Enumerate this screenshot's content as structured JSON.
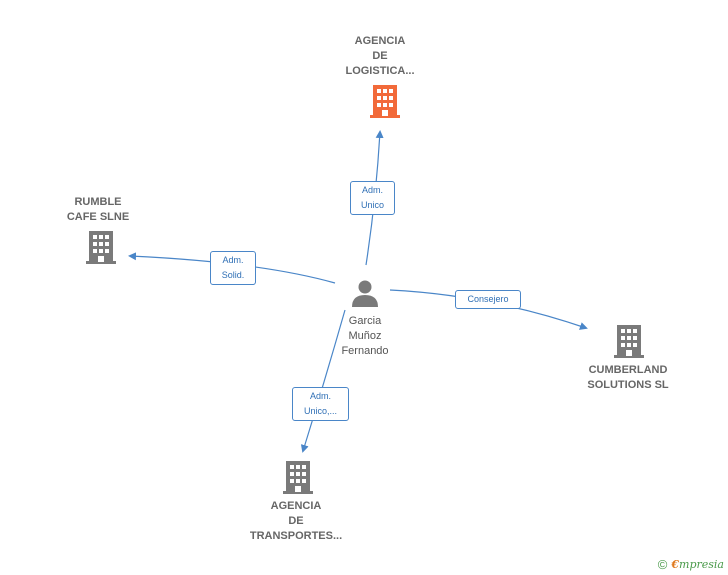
{
  "nodes": {
    "agencia_logistica": {
      "lines": [
        "AGENCIA",
        "DE",
        "LOGISTICA..."
      ],
      "color": "#f26a3a"
    },
    "rumble": {
      "lines": [
        "RUMBLE",
        "CAFE SLNE"
      ],
      "color": "#7a7a7a"
    },
    "cumberland": {
      "lines": [
        "CUMBERLAND",
        "SOLUTIONS SL"
      ],
      "color": "#7a7a7a"
    },
    "agencia_transportes": {
      "lines": [
        "AGENCIA",
        "DE",
        "TRANSPORTES..."
      ],
      "color": "#7a7a7a"
    },
    "person": {
      "lines": [
        "Garcia",
        "Muñoz",
        "Fernando"
      ],
      "color": "#7a7a7a"
    }
  },
  "edges": {
    "to_logistica": [
      "Adm.",
      "Unico"
    ],
    "to_rumble": [
      "Adm.",
      "Solid."
    ],
    "to_cumberland": [
      "Consejero"
    ],
    "to_transportes": [
      "Adm.",
      "Unico,..."
    ]
  },
  "colors": {
    "edge": "#4a86c8",
    "highlight": "#f26a3a",
    "company": "#7a7a7a"
  },
  "footer": {
    "copyright": "©",
    "brand_first": "€",
    "brand_rest": "mpresia"
  }
}
